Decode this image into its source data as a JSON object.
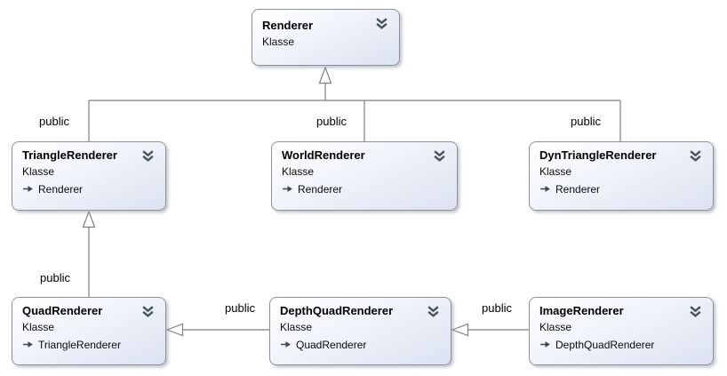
{
  "diagram": {
    "type": "class-diagram",
    "language_note": "Klasse",
    "classes": [
      {
        "name": "Renderer",
        "stereotype": "Klasse",
        "base": ""
      },
      {
        "name": "TriangleRenderer",
        "stereotype": "Klasse",
        "base": "Renderer"
      },
      {
        "name": "WorldRenderer",
        "stereotype": "Klasse",
        "base": "Renderer"
      },
      {
        "name": "DynTriangleRenderer",
        "stereotype": "Klasse",
        "base": "Renderer"
      },
      {
        "name": "QuadRenderer",
        "stereotype": "Klasse",
        "base": "TriangleRenderer"
      },
      {
        "name": "DepthQuadRenderer",
        "stereotype": "Klasse",
        "base": "QuadRenderer"
      },
      {
        "name": "ImageRenderer",
        "stereotype": "Klasse",
        "base": "DepthQuadRenderer"
      }
    ],
    "connector_labels": [
      "public",
      "public",
      "public",
      "public",
      "public",
      "public"
    ],
    "relationships": [
      {
        "from": "TriangleRenderer",
        "to": "Renderer",
        "kind": "inheritance",
        "access": "public"
      },
      {
        "from": "WorldRenderer",
        "to": "Renderer",
        "kind": "inheritance",
        "access": "public"
      },
      {
        "from": "DynTriangleRenderer",
        "to": "Renderer",
        "kind": "inheritance",
        "access": "public"
      },
      {
        "from": "QuadRenderer",
        "to": "TriangleRenderer",
        "kind": "inheritance",
        "access": "public"
      },
      {
        "from": "DepthQuadRenderer",
        "to": "QuadRenderer",
        "kind": "inheritance",
        "access": "public"
      },
      {
        "from": "ImageRenderer",
        "to": "DepthQuadRenderer",
        "kind": "inheritance",
        "access": "public"
      }
    ],
    "colors": {
      "box_border": "#8f9295",
      "box_fill_top": "#ffffff",
      "box_fill_mid": "#f1f4fa",
      "box_fill_bottom": "#dbe2f1",
      "connector": "#7f7f7f",
      "chevron": "#49545e",
      "base_arrow": "#3c4856",
      "label_color": "#000000"
    }
  }
}
